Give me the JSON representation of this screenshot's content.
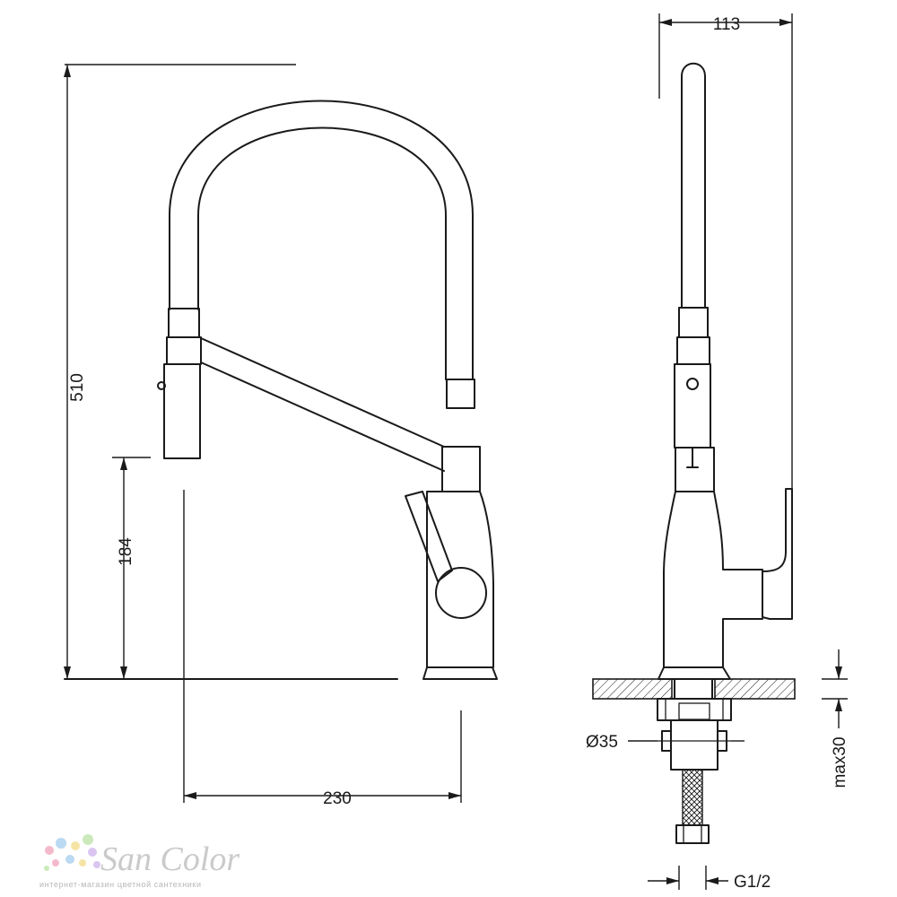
{
  "dimensions": {
    "height_total": "510",
    "spout_height": "184",
    "reach": "230",
    "side_width": "113",
    "hole_diameter": "Ø35",
    "counter_thickness": "max30",
    "connection": "G1/2"
  },
  "logo": {
    "name": "San Color",
    "tagline": "интернет-магазин цветной сантехники",
    "dot_colors": [
      "#f4b6c8",
      "#b7d7f2",
      "#f6e3a2",
      "#c9e8b8",
      "#d8c2ef"
    ]
  }
}
